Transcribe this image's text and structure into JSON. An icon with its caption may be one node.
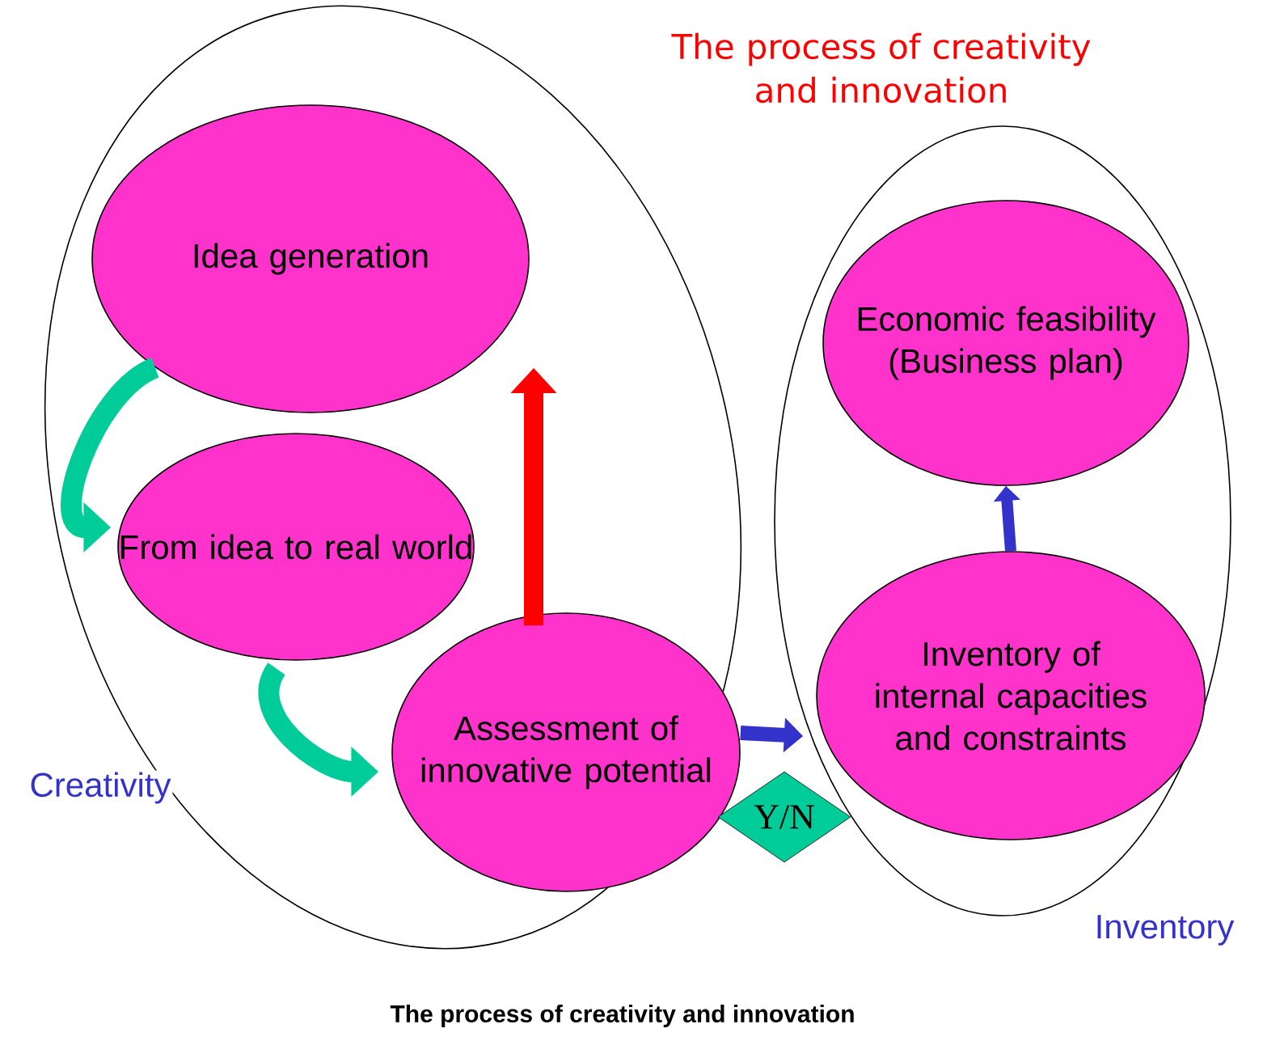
{
  "diagram": {
    "title": "The process of creativity and innovation",
    "caption": "The process of creativity and innovation",
    "nodes": [
      {
        "text": [],
        "shape": "ellipse",
        "beside": [
          "Creativity"
        ]
      },
      {
        "text": [
          "Idea generation"
        ],
        "in": 0
      },
      {
        "text": [
          "From idea to real world"
        ],
        "in": 0
      },
      {
        "text": [
          "Assessment of innovative potential"
        ],
        "in": 0
      },
      {
        "text": [],
        "shape": "ellipse",
        "beside": [
          "Inventory"
        ]
      },
      {
        "text": [
          "Economic feasibility (Business plan)"
        ],
        "in": 4
      },
      {
        "text": [
          "Inventory of internal capacities and constraints"
        ],
        "in": 4
      },
      {
        "text": [
          "Y/N"
        ]
      }
    ],
    "edges": [
      {
        "from": 1,
        "to": 2,
        "arrow": "to",
        "color": "#00cc99"
      },
      {
        "from": 2,
        "to": 3,
        "arrow": "to",
        "color": "#00cc99"
      },
      {
        "from": 3,
        "to": 1,
        "arrow": "to",
        "color": "#ff0000"
      },
      {
        "from": 3,
        "to": 6,
        "arrow": "to",
        "color": "#3333cc"
      },
      {
        "from": 6,
        "to": 5,
        "arrow": "to",
        "color": "#3333cc"
      }
    ]
  }
}
